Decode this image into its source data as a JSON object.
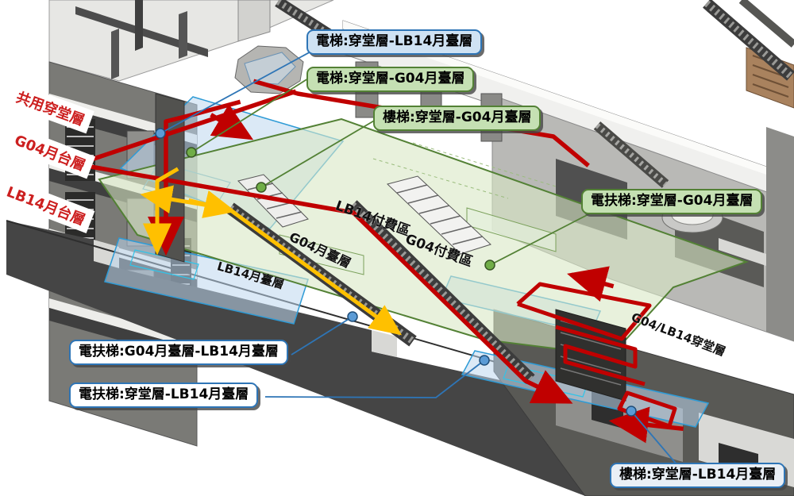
{
  "diagram": {
    "title": "station-vertical-circulation-cutaway",
    "callouts": [
      {
        "id": "elevator-concourse-lb14",
        "label": "電梯:穿堂層-LB14月臺層",
        "style": "blue"
      },
      {
        "id": "elevator-concourse-g04",
        "label": "電梯:穿堂層-G04月臺層",
        "style": "green"
      },
      {
        "id": "stair-concourse-g04",
        "label": "樓梯:穿堂層-G04月臺層",
        "style": "green"
      },
      {
        "id": "escalator-concourse-g04",
        "label": "電扶梯:穿堂層-G04月臺層",
        "style": "green"
      },
      {
        "id": "escalator-g04-lb14",
        "label": "電扶梯:G04月臺層-LB14月臺層",
        "style": "white"
      },
      {
        "id": "escalator-concourse-lb14",
        "label": "電扶梯:穿堂層-LB14月臺層",
        "style": "white"
      },
      {
        "id": "stair-concourse-lb14",
        "label": "樓梯:穿堂層-LB14月臺層",
        "style": "lightblue"
      }
    ],
    "level_labels": [
      {
        "id": "shared-concourse-level",
        "label": "共用穿堂層"
      },
      {
        "id": "g04-platform-level",
        "label": "G04月台層"
      },
      {
        "id": "lb14-platform-level",
        "label": "LB14月台層"
      }
    ],
    "area_labels": [
      {
        "id": "lb14-paid-area",
        "label": "LB14付費區"
      },
      {
        "id": "g04-paid-area",
        "label": "G04付費區"
      },
      {
        "id": "g04-platform",
        "label": "G04月臺層"
      },
      {
        "id": "lb14-platform",
        "label": "LB14月臺層"
      },
      {
        "id": "g04-lb14-concourse",
        "label": "G04/LB14穿堂層"
      }
    ],
    "colors": {
      "route_red": "#C00000",
      "route_yellow": "#FFC000",
      "floor_green": "#D9E8C5",
      "zone_blue": "#BDD7EE",
      "zone_blue_border": "#2E9BD6",
      "leader_blue": "#2E75B6",
      "leader_green": "#538135",
      "callout_blue_bg": "#CFE2F3",
      "callout_green_bg": "#C5E0B3",
      "level_label_red": "#CC1F1F",
      "structure_dark": "#454545"
    }
  }
}
